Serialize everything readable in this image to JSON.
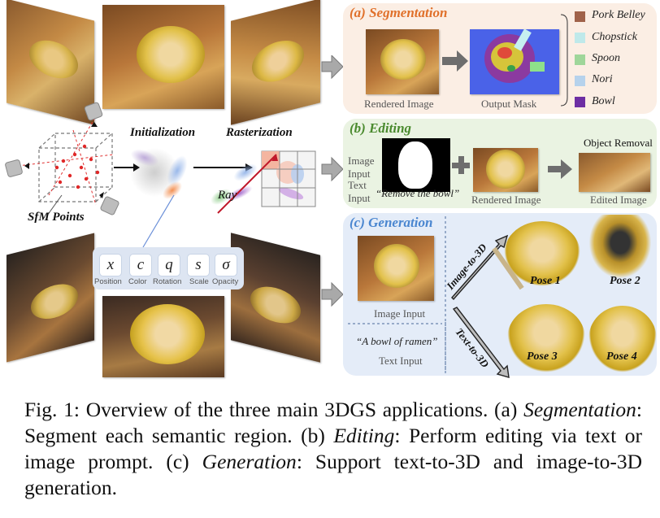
{
  "segmentation": {
    "title": "(a) Segmentation",
    "rendered_label": "Rendered Image",
    "mask_label": "Output Mask",
    "legend": [
      {
        "label": "Pork Belley",
        "color": "#a0624a"
      },
      {
        "label": "Chopstick",
        "color": "#bfe9ea"
      },
      {
        "label": "Spoon",
        "color": "#9fd69a"
      },
      {
        "label": "Nori",
        "color": "#b6d2ec"
      },
      {
        "label": "Bowl",
        "color": "#6d2ea3"
      }
    ]
  },
  "editing": {
    "title": "(b) Editing",
    "image_input_line1": "Image",
    "image_input_line2": "Input",
    "text_input_line1": "Text",
    "text_input_line2": "Input",
    "prompt": "“Remove the bowl”",
    "rendered_label": "Rendered Image",
    "object_removal": "Object Removal",
    "edited_label": "Edited Image"
  },
  "generation": {
    "title": "(c) Generation",
    "image_input_label": "Image Input",
    "prompt": "“A bowl of ramen”",
    "text_input_label": "Text Input",
    "image_to_3d": "Image-to-3D",
    "text_to_3d": "Text-to-3D",
    "poses": [
      "Pose 1",
      "Pose 2",
      "Pose 3",
      "Pose 4"
    ]
  },
  "pipeline": {
    "initialization": "Initialization",
    "rasterization": "Rasterization",
    "sfm_points": "SfM Points",
    "ray": "Ray",
    "params": [
      {
        "symbol": "x",
        "label": "Position"
      },
      {
        "symbol": "c",
        "label": "Color"
      },
      {
        "symbol": "q",
        "label": "Rotation"
      },
      {
        "symbol": "s",
        "label": "Scale"
      },
      {
        "symbol": "σ",
        "label": "Opacity"
      }
    ]
  },
  "caption": {
    "fig": "Fig. 1: Overview of the three main 3DGS applications. (a) ",
    "seg_word": "Segmentation",
    "seg_text": ": Segment each semantic region. (b) ",
    "edit_word": "Editing",
    "edit_text": ": Perform editing via text or image prompt. (c) ",
    "gen_word": "Generation",
    "gen_text": ": Support text-to-3D and image-to-3D generation."
  }
}
